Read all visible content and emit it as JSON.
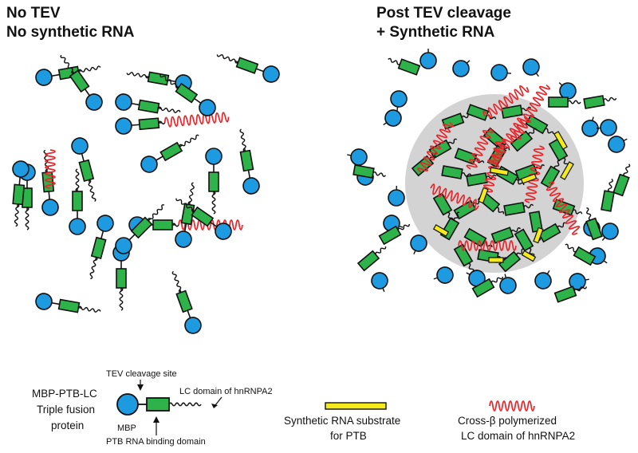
{
  "left_panel": {
    "title_line1": "No TEV",
    "title_line2": "No synthetic RNA"
  },
  "right_panel": {
    "title_line1": "Post TEV cleavage",
    "title_line2": "+ Synthetic RNA"
  },
  "legend": {
    "fusion_line1": "MBP-PTB-LC",
    "fusion_line2": "Triple fusion",
    "fusion_line3": "protein",
    "tev_site": "TEV cleavage site",
    "lc_domain": "LC domain of hnRNPA2",
    "mbp": "MBP",
    "ptb": "PTB RNA binding domain",
    "rna_line1": "Synthetic RNA substrate",
    "rna_line2": "for PTB",
    "cross_line1": "Cross-β polymerized",
    "cross_line2": "LC domain of hnRNPA2"
  },
  "colors": {
    "mbp": "#1e9be0",
    "ptb": "#2db34a",
    "polymer": "#e8262b",
    "rna": "#f4ea1c",
    "droplet": "#d3d3d3"
  }
}
